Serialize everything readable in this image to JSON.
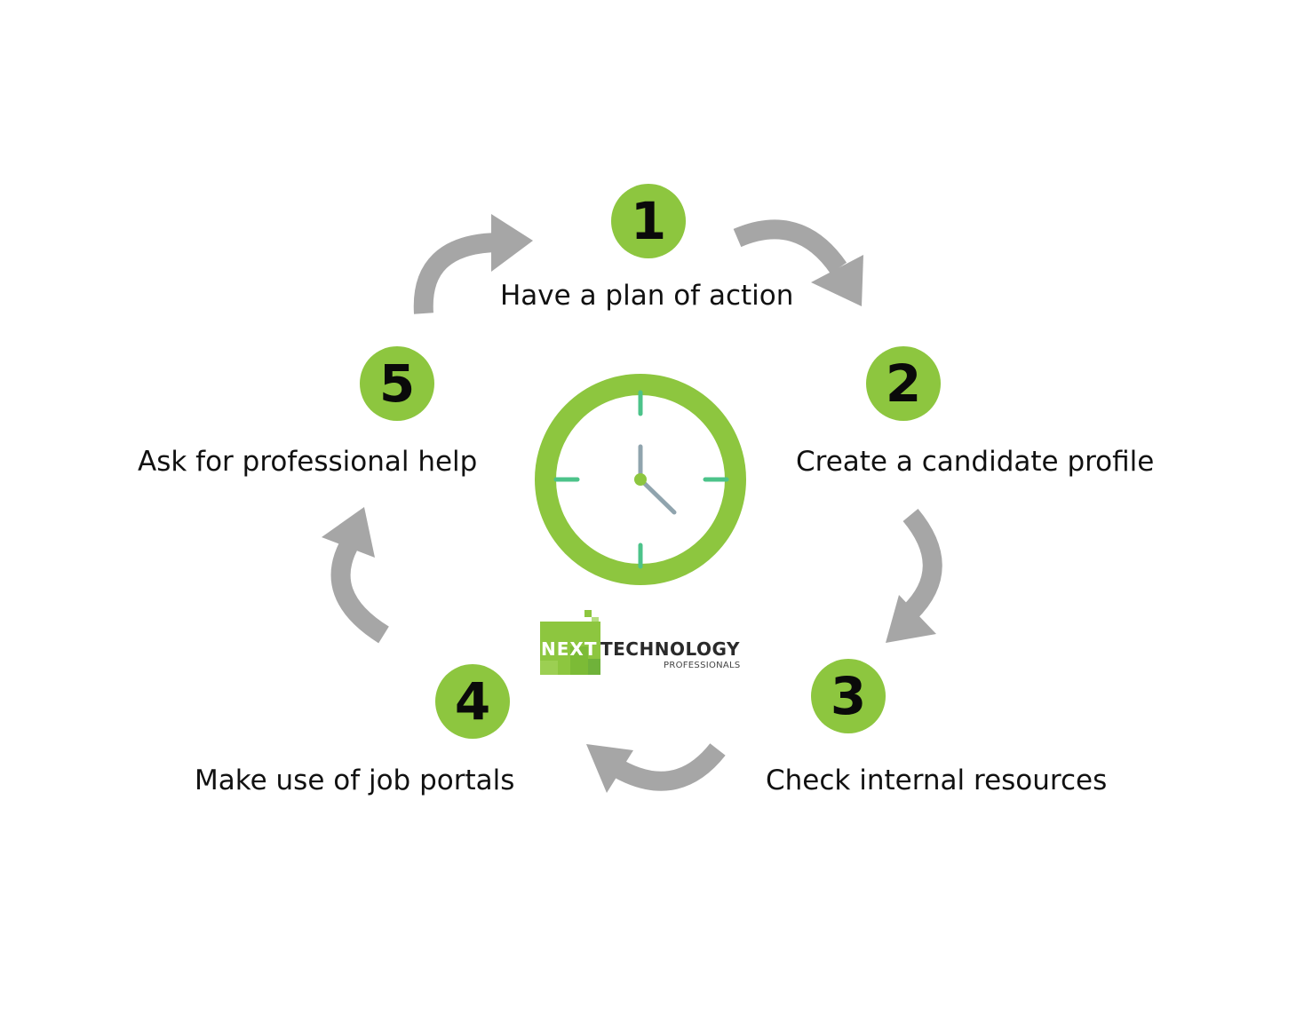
{
  "steps": [
    {
      "number": "1",
      "label": "Have a plan of action"
    },
    {
      "number": "2",
      "label": "Create a candidate profile"
    },
    {
      "number": "3",
      "label": "Check internal resources"
    },
    {
      "number": "4",
      "label": "Make use of job portals"
    },
    {
      "number": "5",
      "label": "Ask for professional help"
    }
  ],
  "logo": {
    "word1": "NEXT",
    "word2": "TECHNOLOGY",
    "tagline": "PROFESSIONALS"
  },
  "colors": {
    "accent_green": "#8dc63f",
    "arrow_gray": "#a6a6a6",
    "clock_tick": "#4cc38a",
    "clock_hand": "#90a4ae"
  },
  "icons": [
    "clock-icon",
    "cycle-arrow-icon"
  ]
}
